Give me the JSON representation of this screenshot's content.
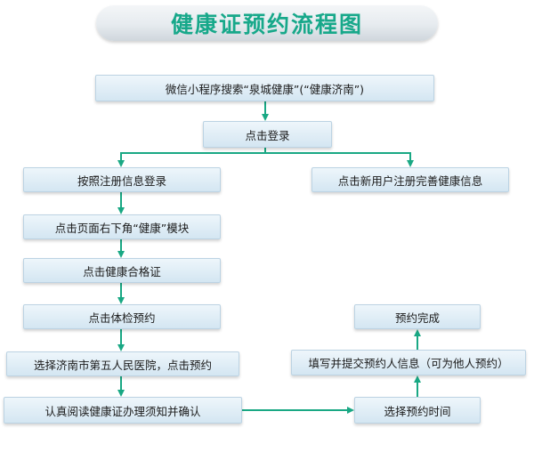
{
  "title": "健康证预约流程图",
  "steps": {
    "search": "微信小程序搜索“泉城健康”(“健康济南”)",
    "login": "点击登录",
    "login_registered": "按照注册信息登录",
    "register_new": "点击新用户注册完善健康信息",
    "health_module": "点击页面右下角“健康”模块",
    "health_certificate": "点击健康合格证",
    "checkup_booking": "点击体检预约",
    "choose_hospital": "选择济南市第五人民医院，点击预约",
    "read_notice": "认真阅读健康证办理须知并确认",
    "choose_time": "选择预约时间",
    "submit_info": "填写并提交预约人信息（可为他人预约）",
    "done": "预约完成"
  },
  "colors": {
    "title_text": "#17a88a",
    "arrow": "#19a884",
    "box_fill_top": "#eef6fb",
    "box_fill_bottom": "#d4e6f2"
  }
}
